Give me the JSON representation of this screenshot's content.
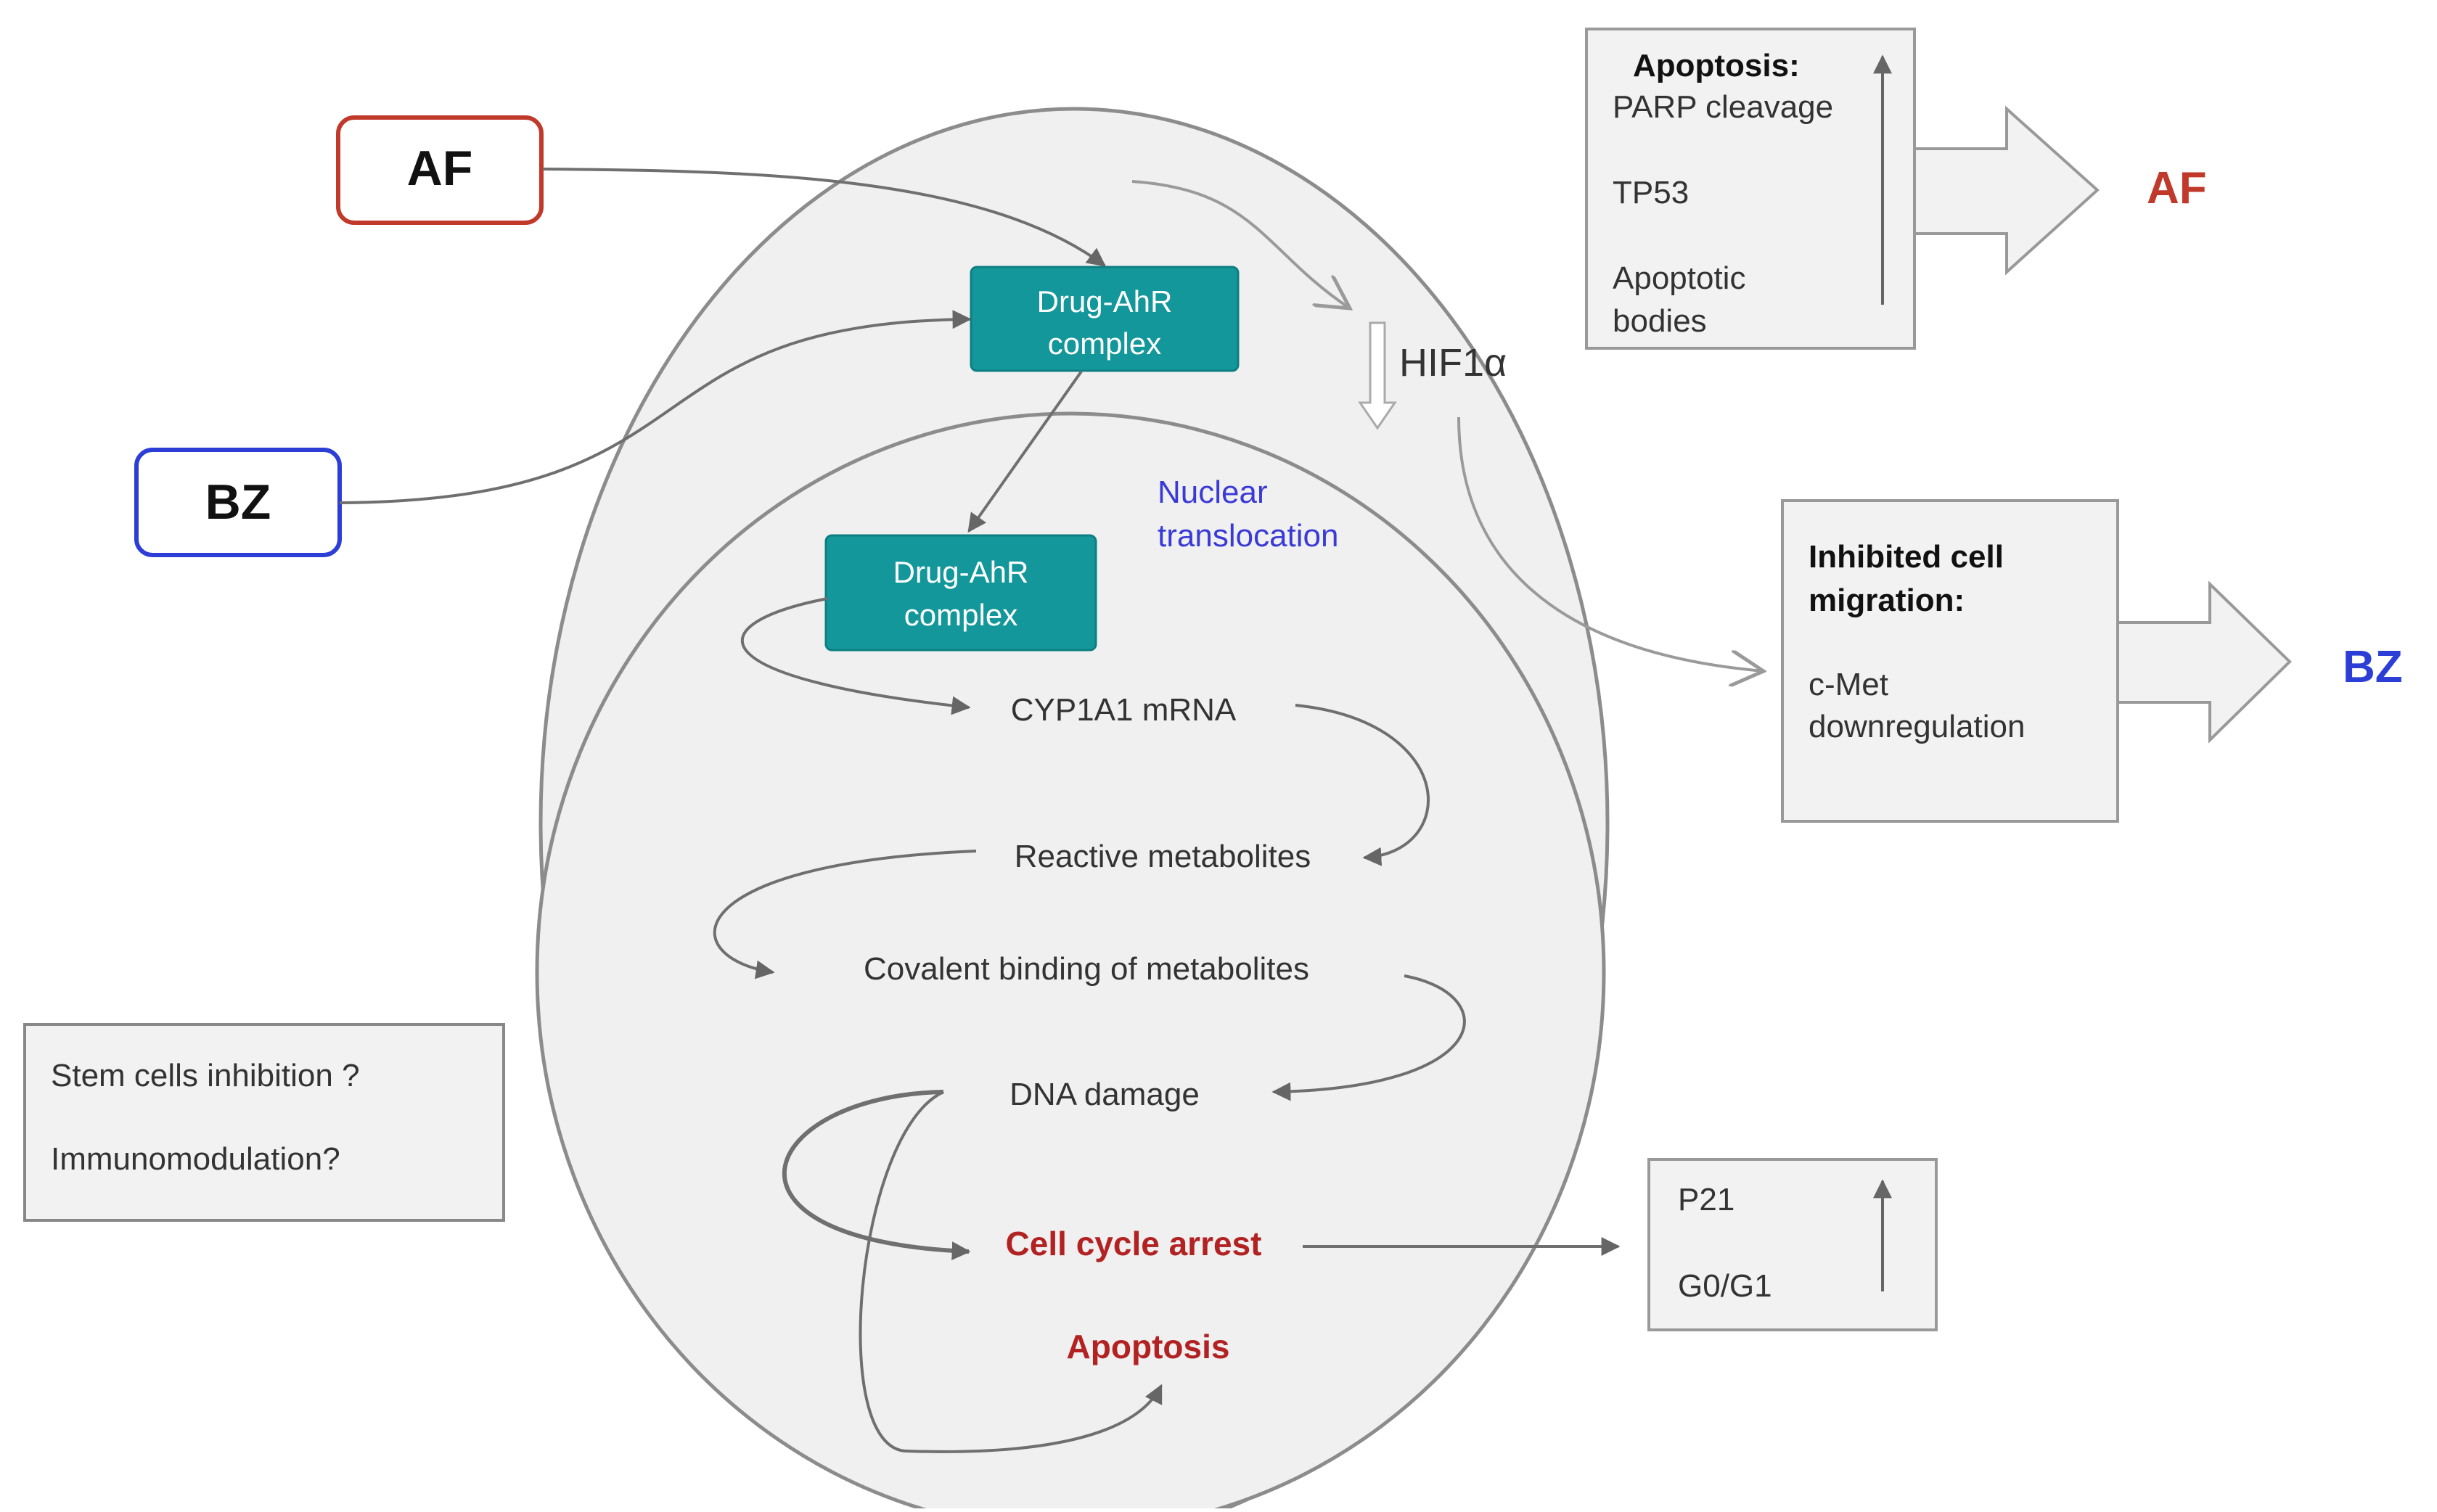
{
  "drugs": {
    "af": "AF",
    "bz": "BZ"
  },
  "complex": {
    "line1": "Drug-AhR",
    "line2": "complex"
  },
  "hif": "HIF1α",
  "nuclear": {
    "line1": "Nuclear",
    "line2": "translocation"
  },
  "pathway": {
    "cyp": "CYP1A1 mRNA",
    "reactive": "Reactive metabolites",
    "covalent": "Covalent binding of metabolites",
    "dna": "DNA damage",
    "arrest": "Cell cycle arrest",
    "apoptosis": "Apoptosis"
  },
  "apoptosis_box": {
    "title": "Apoptosis:",
    "items": [
      "PARP cleavage",
      "TP53",
      "Apoptotic",
      "bodies"
    ]
  },
  "migration_box": {
    "title1": "Inhibited cell",
    "title2": "migration:",
    "item1": "c-Met",
    "item2": "downregulation"
  },
  "outcomes": {
    "af": "AF",
    "bz": "BZ"
  },
  "cycle_box": {
    "items": [
      "P21",
      "G0/G1"
    ]
  },
  "stem_box": {
    "line1": "Stem cells inhibition ?",
    "line2": "Immunomodulation?"
  },
  "colors": {
    "af_red": "#c0392b",
    "bz_blue": "#2c3ed6",
    "teal": "#13979a",
    "dark_red": "#b22222",
    "nuclear_blue": "#3a3ad6",
    "cell_fill": "#f0f0f0",
    "line_gray": "#777777"
  }
}
